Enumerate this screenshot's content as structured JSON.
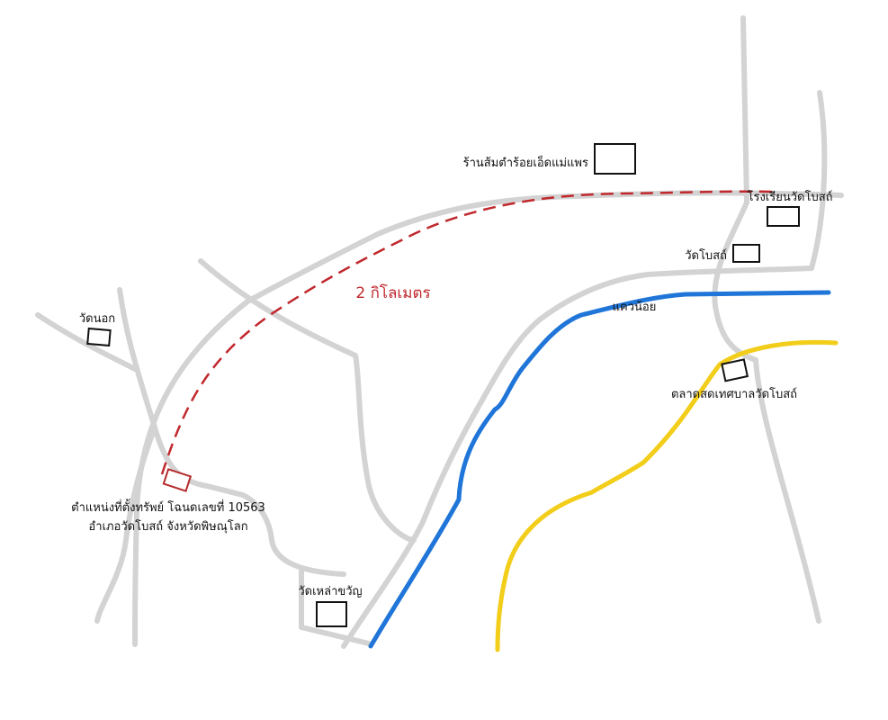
{
  "colors": {
    "road": "#d3d3d3",
    "river": "#1f75d8",
    "highway": "#f2cd1a",
    "route": "#c0282d",
    "marker": "#111111",
    "property": "#b52a2a",
    "text": "#111111"
  },
  "distance_label": "2 กิโลเมตร",
  "river_label": "แควน้อย",
  "places": {
    "som_tam_shop": "ร้านส้มตำร้อยเอ็ดแม่แพร",
    "school": "โรงเรียนวัดโบสถ์",
    "wat_bot": "วัดโบสถ์",
    "wat_nok": "วัดนอก",
    "market": "ตลาดสดเทศบาลวัดโบสถ์",
    "wat_lao_khwan": "วัดเหล่าขวัญ"
  },
  "property": {
    "line1": "ตำแหน่งที่ตั้งทรัพย์ โฉนดเลขที่ 10563",
    "line2": "อำเภอวัดโบสถ์ จังหวัดพิษณุโลก"
  }
}
